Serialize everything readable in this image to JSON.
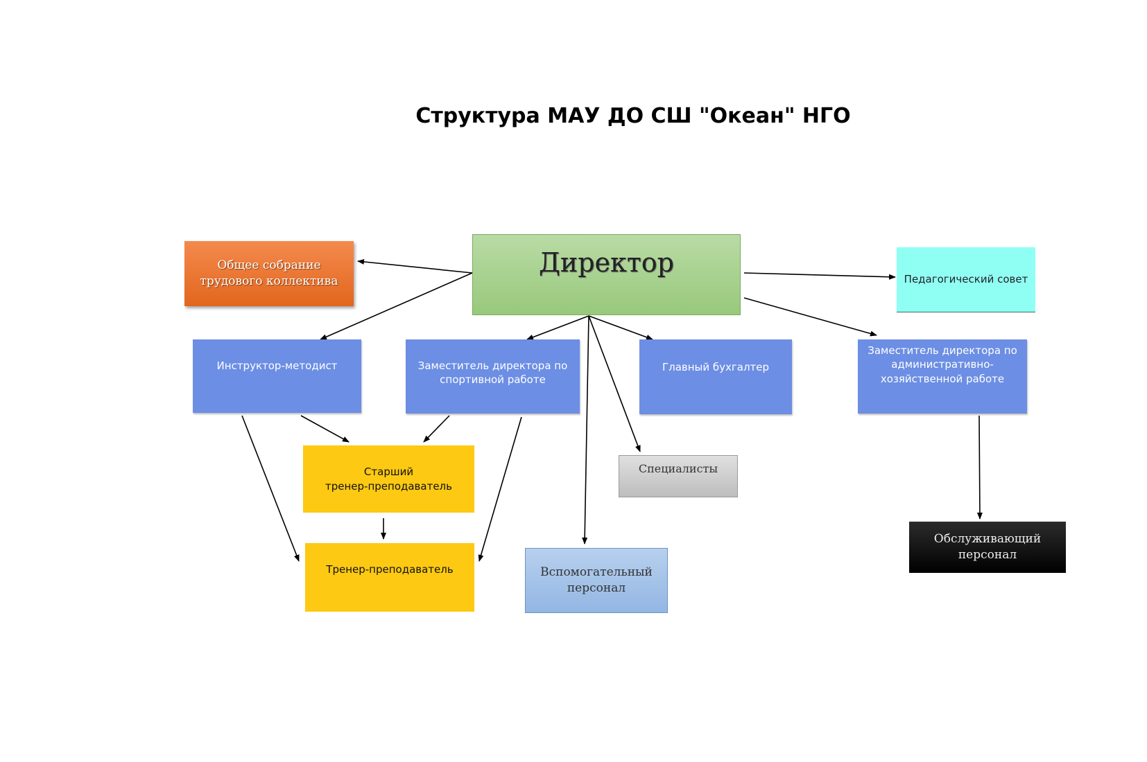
{
  "title": "Структура МАУ ДО СШ \"Океан\" НГО",
  "nodes": {
    "director": "Директор",
    "assembly": "Общее собрание\nтрудового коллектива",
    "council": "Педагогический совет",
    "instructor": "Инструктор-методист",
    "deputy_sport": "Заместитель директора по\nспортивной работе",
    "accountant": "Главный бухгалтер",
    "deputy_admin": "Заместитель директора по\nадминистративно-\nхозяйственной работе",
    "senior_trainer": "Старший\nтренер-преподаватель",
    "trainer": "Тренер-преподаватель",
    "specialists": "Специалисты",
    "support": "Вспомогательный\nперсонал",
    "service": "Обслуживающий\nперсонал"
  },
  "colors": {
    "director": "#a9d18e",
    "assembly": "#ed7d31",
    "council": "#8ffff4",
    "blue_boxes": "#6c8ee4",
    "yellow_boxes": "#fdc912",
    "specialists": "#c9c9c9",
    "support": "#9dc3e6",
    "service": "#000000"
  }
}
